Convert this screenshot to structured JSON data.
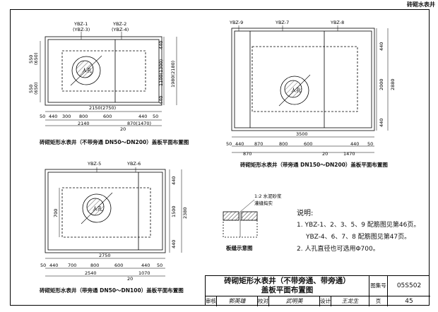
{
  "header": {
    "title": "砖砌水表井"
  },
  "drawing1": {
    "caption": "砖砌矩形水表井（不带旁通 DN50～DN200）盖板平面布置图",
    "slab_left": "YBZ-1",
    "slab_left_alt": "(YBZ-3)",
    "slab_right": "YBZ-2",
    "slab_right_alt": "(YBZ-4)",
    "manhole": "人孔",
    "dims": {
      "left_top": "550",
      "left_top_alt": "(650)",
      "left_bot": "550",
      "left_bot_alt": "(650)",
      "r1": "440",
      "r2": "1100(1300)",
      "r3": "440",
      "r4": "1980(2180)",
      "total_width": "2150(2750)",
      "b1": "50",
      "b2": "440",
      "b3": "300",
      "b4": "800",
      "b5": "600",
      "b6": "440",
      "b7": "50",
      "inner": "2140",
      "inner2": "870(1470)",
      "gap": "20"
    }
  },
  "drawing2": {
    "caption": "砖砌矩形水表井（带旁通 DN150～DN200）盖板平面布置图",
    "slab_left": "YBZ-9",
    "slab_mid": "YBZ-7",
    "slab_right": "YBZ-8",
    "manhole": "人孔",
    "dims": {
      "r1": "440",
      "r2": "2000",
      "r3": "440",
      "r4": "2880",
      "total_width": "3500",
      "b1": "50",
      "b2": "440",
      "b3": "870",
      "b4": "800",
      "b5": "600",
      "b6": "440",
      "b7": "50",
      "inner": "870",
      "inner2": "1470",
      "gap": "20"
    }
  },
  "drawing3": {
    "caption": "砖砌矩形水表井（带旁通 DN50～DN100）盖板平面布置图",
    "slab_left": "YBZ-5",
    "slab_right": "YBZ-6",
    "manhole": "人孔",
    "dims": {
      "left": "700",
      "r1": "440",
      "r2": "1500",
      "r3": "440",
      "r4": "2380",
      "total_width": "2750",
      "b1": "50",
      "b2": "440",
      "b3": "700",
      "b4": "800",
      "b5": "600",
      "b6": "440",
      "b7": "50",
      "inner": "2540",
      "inner2": "1070",
      "gap": "20"
    }
  },
  "joint": {
    "label1": "1:2 水泥砂浆",
    "label2": "灌缝捣实",
    "caption": "板缝示意图"
  },
  "notes": {
    "title": "说明:",
    "line1": "1. YBZ-1、2、3、5、9 配筋图见第46页。",
    "line2": "YBZ-4、6、7、8 配筋图见第47页。",
    "line3": "2. 人孔直径也可选用Φ700。"
  },
  "title_block": {
    "title_line1": "砖砌矩形水表井（不带旁通、带旁通）",
    "title_line2": "盖板平面布置图",
    "atlas_label": "图集号",
    "atlas_no": "05S502",
    "page_label": "页",
    "page_no": "45",
    "review_label": "审核",
    "reviewer": "郭英雄",
    "check_label": "校对",
    "checker": "武明美",
    "design_label": "设计",
    "designer": "王龙生"
  }
}
